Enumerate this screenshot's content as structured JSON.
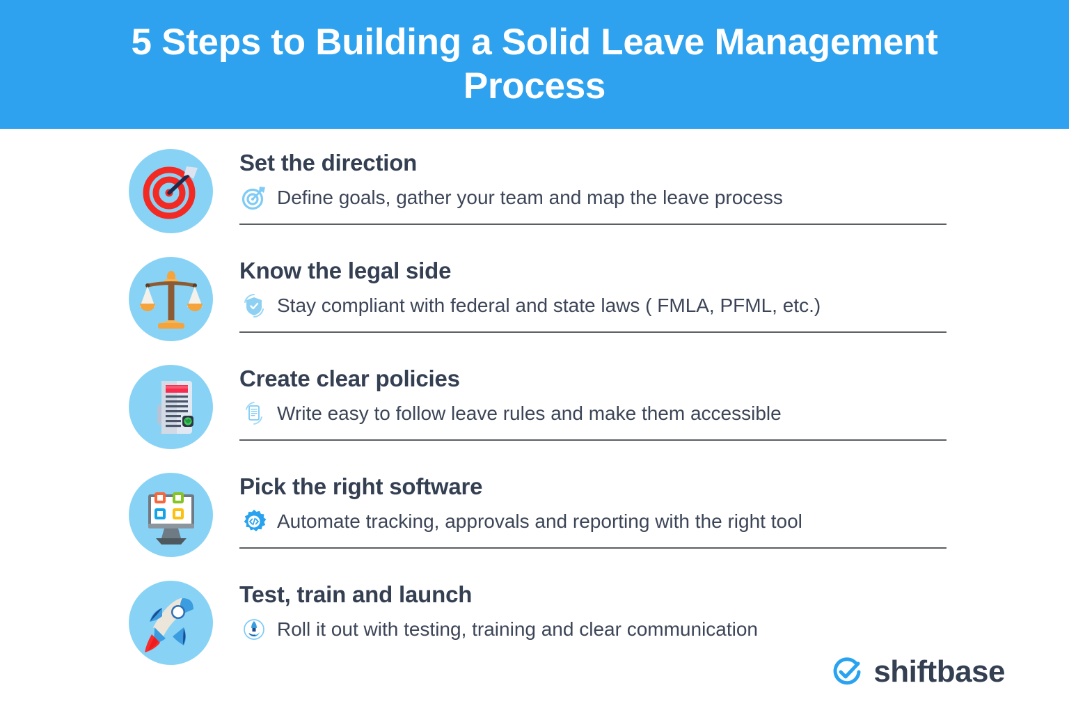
{
  "header": {
    "title": "5 Steps to Building a Solid Leave Management Process",
    "background_color": "#2fa2ef",
    "text_color": "#ffffff"
  },
  "theme": {
    "badge_color": "#88d3f5",
    "accent_blue": "#29a3ef",
    "heading_color": "#343f52",
    "body_color": "#3c4557",
    "divider_color": "#5a5f63"
  },
  "steps": [
    {
      "title": "Set the direction",
      "description": "Define goals, gather your team and map the leave process",
      "badge_icon": "target-dartboard-icon",
      "mini_icon": "target-arrow-icon"
    },
    {
      "title": "Know the legal side",
      "description": "Stay compliant with federal and state laws ( FMLA, PFML, etc.)",
      "badge_icon": "scales-of-justice-icon",
      "mini_icon": "shield-compliance-icon"
    },
    {
      "title": "Create clear policies",
      "description": "Write easy to follow leave rules and make them accessible",
      "badge_icon": "newspaper-document-icon",
      "mini_icon": "document-cycle-icon"
    },
    {
      "title": "Pick the right software",
      "description": "Automate tracking, approvals and reporting with the right tool",
      "badge_icon": "desktop-monitor-apps-icon",
      "mini_icon": "gear-code-icon"
    },
    {
      "title": "Test, train and launch",
      "description": "Roll it out with testing, training and clear communication",
      "badge_icon": "rocket-icon",
      "mini_icon": "hand-rocket-launch-icon"
    }
  ],
  "logo": {
    "name": "shiftbase",
    "mark_icon": "check-circle-icon",
    "mark_color": "#29a3ef",
    "text_color": "#343f52"
  }
}
